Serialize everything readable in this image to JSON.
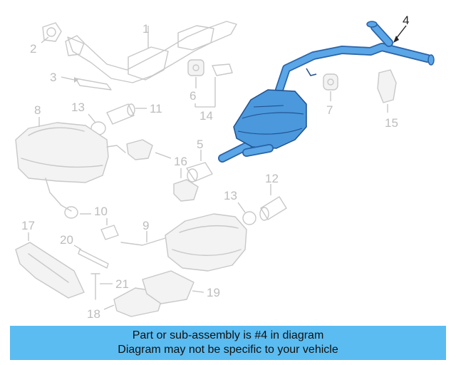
{
  "callouts": {
    "n1": "1",
    "n2": "2",
    "n3": "3",
    "n4": "4",
    "n5": "5",
    "n6": "6",
    "n7": "7",
    "n8": "8",
    "n9": "9",
    "n10": "10",
    "n11": "11",
    "n12": "12",
    "n13a": "13",
    "n13b": "13",
    "n14": "14",
    "n15": "15",
    "n16": "16",
    "n17": "17",
    "n18": "18",
    "n19": "19",
    "n20": "20",
    "n21": "21"
  },
  "highlight": {
    "part": "4",
    "color": "#4b98dc"
  },
  "banner": {
    "line1": "Part or sub-assembly is #4 in diagram",
    "line2": "Diagram may not be specific to your vehicle",
    "background": "#5bbcf1"
  }
}
